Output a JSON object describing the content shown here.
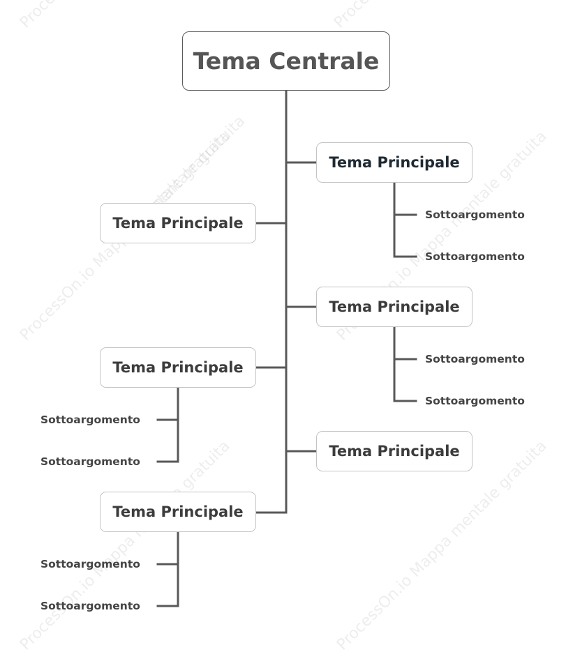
{
  "watermark": {
    "text_long": "ProcessOn.io Mappa mentale gratuita",
    "text_short": "mentale gratuita",
    "text_brand": "ProcessOn.io"
  },
  "colors": {
    "line": "#585858",
    "root_border": "#5a5a5a",
    "main_border": "#c4c4c4"
  },
  "root": {
    "label": "Tema Centrale"
  },
  "branches": [
    {
      "label": "Tema Principale",
      "side": "right",
      "subtopics": [
        "Sottoargomento",
        "Sottoargomento"
      ]
    },
    {
      "label": "Tema Principale",
      "side": "left",
      "subtopics": []
    },
    {
      "label": "Tema Principale",
      "side": "right",
      "subtopics": [
        "Sottoargomento",
        "Sottoargomento"
      ]
    },
    {
      "label": "Tema Principale",
      "side": "left",
      "subtopics": [
        "Sottoargomento",
        "Sottoargomento"
      ]
    },
    {
      "label": "Tema Principale",
      "side": "right",
      "subtopics": []
    },
    {
      "label": "Tema Principale",
      "side": "left",
      "subtopics": [
        "Sottoargomento",
        "Sottoargomento"
      ]
    }
  ]
}
